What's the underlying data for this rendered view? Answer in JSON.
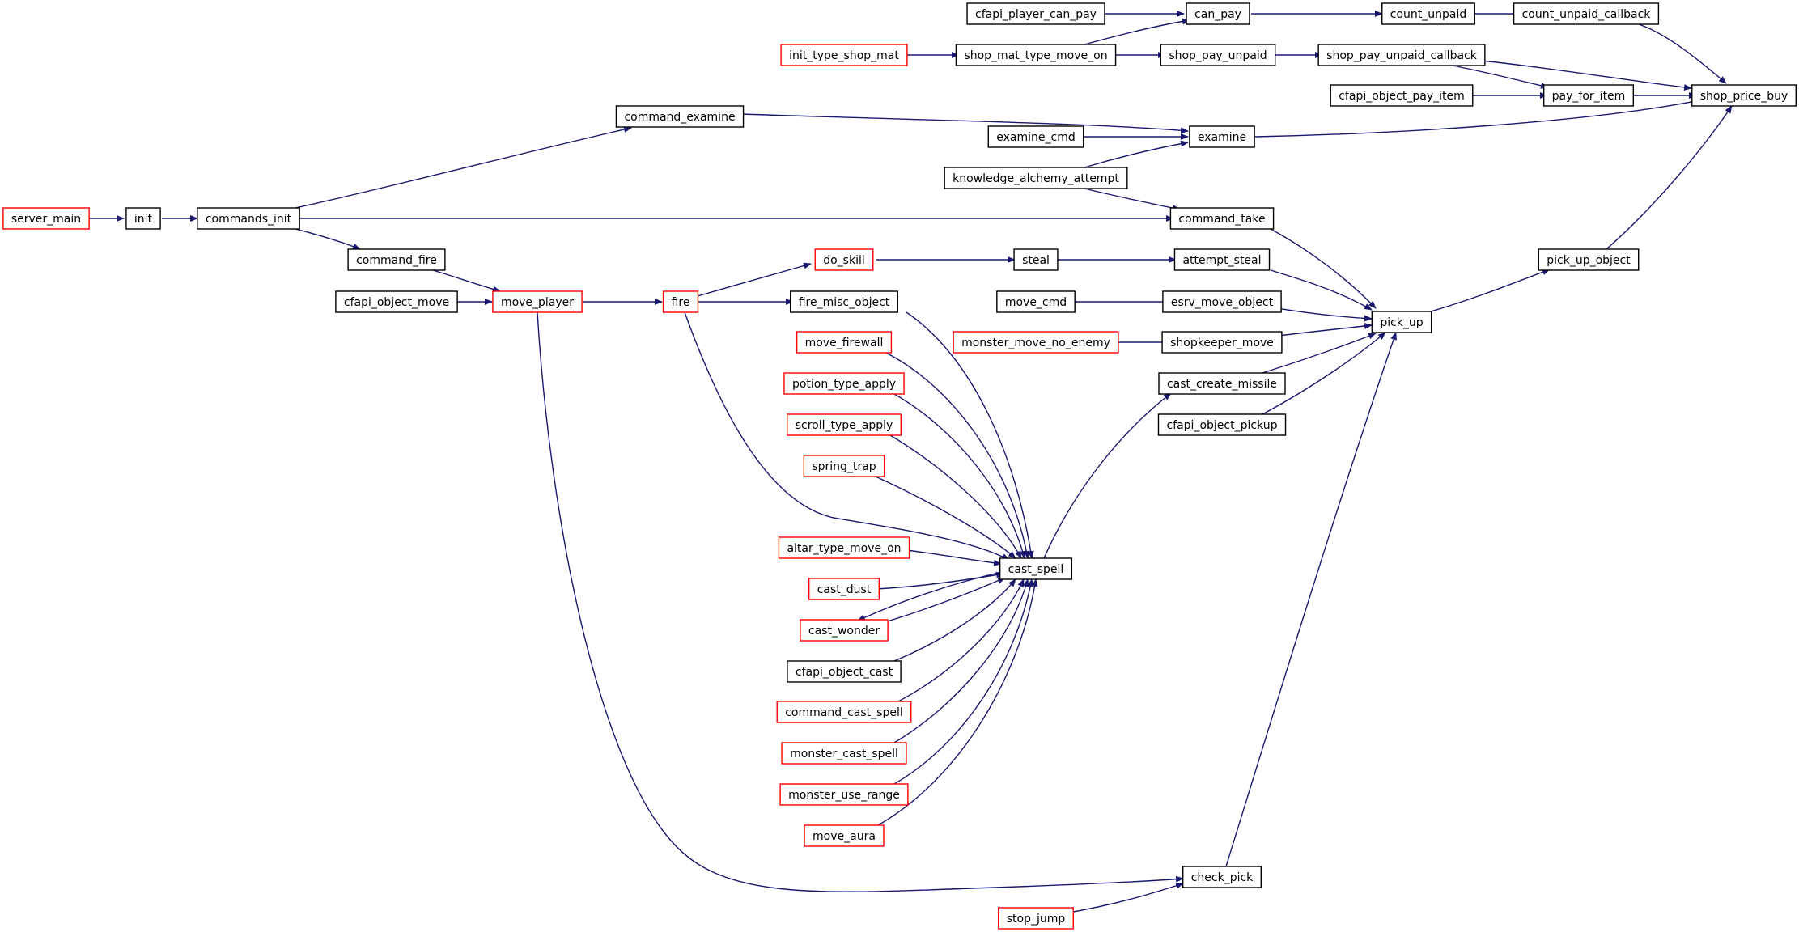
{
  "colors": {
    "edge": "#191970",
    "border_normal": "#000000",
    "border_truncated": "#ff0000",
    "highlight_fill": "#bfbfbf",
    "text": "#000000"
  },
  "nodes": [
    {
      "id": "shop_price_buy",
      "label": "shop_price_buy",
      "style": "highlight"
    },
    {
      "id": "count_unpaid_callback",
      "label": "count_unpaid_callback",
      "style": "normal"
    },
    {
      "id": "count_unpaid",
      "label": "count_unpaid",
      "style": "normal"
    },
    {
      "id": "can_pay",
      "label": "can_pay",
      "style": "normal"
    },
    {
      "id": "cfapi_player_can_pay",
      "label": "cfapi_player_can_pay",
      "style": "normal"
    },
    {
      "id": "shop_mat_type_move_on",
      "label": "shop_mat_type_move_on",
      "style": "normal"
    },
    {
      "id": "init_type_shop_mat",
      "label": "init_type_shop_mat",
      "style": "truncated"
    },
    {
      "id": "shop_pay_unpaid",
      "label": "shop_pay_unpaid",
      "style": "normal"
    },
    {
      "id": "shop_pay_unpaid_callback",
      "label": "shop_pay_unpaid_callback",
      "style": "normal"
    },
    {
      "id": "pay_for_item",
      "label": "pay_for_item",
      "style": "normal"
    },
    {
      "id": "cfapi_object_pay_item",
      "label": "cfapi_object_pay_item",
      "style": "normal"
    },
    {
      "id": "examine",
      "label": "examine",
      "style": "normal"
    },
    {
      "id": "command_examine",
      "label": "command_examine",
      "style": "normal"
    },
    {
      "id": "examine_cmd",
      "label": "examine_cmd",
      "style": "normal"
    },
    {
      "id": "knowledge_alchemy_attempt",
      "label": "knowledge_alchemy_attempt",
      "style": "normal"
    },
    {
      "id": "commands_init",
      "label": "commands_init",
      "style": "normal"
    },
    {
      "id": "init",
      "label": "init",
      "style": "normal"
    },
    {
      "id": "server_main",
      "label": "server_main",
      "style": "truncated"
    },
    {
      "id": "command_take",
      "label": "command_take",
      "style": "normal"
    },
    {
      "id": "pick_up_object",
      "label": "pick_up_object",
      "style": "normal"
    },
    {
      "id": "pick_up",
      "label": "pick_up",
      "style": "normal"
    },
    {
      "id": "command_fire",
      "label": "command_fire",
      "style": "normal"
    },
    {
      "id": "do_skill",
      "label": "do_skill",
      "style": "truncated"
    },
    {
      "id": "steal",
      "label": "steal",
      "style": "normal"
    },
    {
      "id": "attempt_steal",
      "label": "attempt_steal",
      "style": "normal"
    },
    {
      "id": "cfapi_object_move",
      "label": "cfapi_object_move",
      "style": "normal"
    },
    {
      "id": "move_player",
      "label": "move_player",
      "style": "truncated"
    },
    {
      "id": "fire",
      "label": "fire",
      "style": "truncated"
    },
    {
      "id": "fire_misc_object",
      "label": "fire_misc_object",
      "style": "normal"
    },
    {
      "id": "move_cmd",
      "label": "move_cmd",
      "style": "normal"
    },
    {
      "id": "esrv_move_object",
      "label": "esrv_move_object",
      "style": "normal"
    },
    {
      "id": "monster_move_no_enemy",
      "label": "monster_move_no_enemy",
      "style": "truncated"
    },
    {
      "id": "shopkeeper_move",
      "label": "shopkeeper_move",
      "style": "normal"
    },
    {
      "id": "move_firewall",
      "label": "move_firewall",
      "style": "truncated"
    },
    {
      "id": "cast_create_missile",
      "label": "cast_create_missile",
      "style": "normal"
    },
    {
      "id": "potion_type_apply",
      "label": "potion_type_apply",
      "style": "truncated"
    },
    {
      "id": "cfapi_object_pickup",
      "label": "cfapi_object_pickup",
      "style": "normal"
    },
    {
      "id": "scroll_type_apply",
      "label": "scroll_type_apply",
      "style": "truncated"
    },
    {
      "id": "spring_trap",
      "label": "spring_trap",
      "style": "truncated"
    },
    {
      "id": "altar_type_move_on",
      "label": "altar_type_move_on",
      "style": "truncated"
    },
    {
      "id": "cast_spell",
      "label": "cast_spell",
      "style": "normal"
    },
    {
      "id": "cast_dust",
      "label": "cast_dust",
      "style": "truncated"
    },
    {
      "id": "cast_wonder",
      "label": "cast_wonder",
      "style": "truncated"
    },
    {
      "id": "cfapi_object_cast",
      "label": "cfapi_object_cast",
      "style": "normal"
    },
    {
      "id": "command_cast_spell",
      "label": "command_cast_spell",
      "style": "truncated"
    },
    {
      "id": "monster_cast_spell",
      "label": "monster_cast_spell",
      "style": "truncated"
    },
    {
      "id": "monster_use_range",
      "label": "monster_use_range",
      "style": "truncated"
    },
    {
      "id": "move_aura",
      "label": "move_aura",
      "style": "truncated"
    },
    {
      "id": "check_pick",
      "label": "check_pick",
      "style": "normal"
    },
    {
      "id": "stop_jump",
      "label": "stop_jump",
      "style": "truncated"
    }
  ],
  "edges": [
    {
      "from": "count_unpaid_callback",
      "to": "shop_price_buy"
    },
    {
      "from": "count_unpaid",
      "to": "count_unpaid_callback"
    },
    {
      "from": "can_pay",
      "to": "count_unpaid"
    },
    {
      "from": "cfapi_player_can_pay",
      "to": "can_pay"
    },
    {
      "from": "shop_mat_type_move_on",
      "to": "can_pay"
    },
    {
      "from": "init_type_shop_mat",
      "to": "shop_mat_type_move_on"
    },
    {
      "from": "shop_mat_type_move_on",
      "to": "shop_pay_unpaid"
    },
    {
      "from": "shop_pay_unpaid",
      "to": "shop_pay_unpaid_callback"
    },
    {
      "from": "shop_pay_unpaid_callback",
      "to": "shop_price_buy"
    },
    {
      "from": "shop_pay_unpaid_callback",
      "to": "pay_for_item"
    },
    {
      "from": "cfapi_object_pay_item",
      "to": "pay_for_item"
    },
    {
      "from": "pay_for_item",
      "to": "shop_price_buy"
    },
    {
      "from": "examine",
      "to": "shop_price_buy"
    },
    {
      "from": "command_examine",
      "to": "examine"
    },
    {
      "from": "examine_cmd",
      "to": "examine"
    },
    {
      "from": "knowledge_alchemy_attempt",
      "to": "examine"
    },
    {
      "from": "commands_init",
      "to": "command_examine"
    },
    {
      "from": "init",
      "to": "commands_init"
    },
    {
      "from": "server_main",
      "to": "init"
    },
    {
      "from": "commands_init",
      "to": "command_take"
    },
    {
      "from": "knowledge_alchemy_attempt",
      "to": "command_take"
    },
    {
      "from": "commands_init",
      "to": "command_fire"
    },
    {
      "from": "pick_up_object",
      "to": "shop_price_buy"
    },
    {
      "from": "pick_up",
      "to": "pick_up_object"
    },
    {
      "from": "command_take",
      "to": "pick_up"
    },
    {
      "from": "attempt_steal",
      "to": "pick_up"
    },
    {
      "from": "esrv_move_object",
      "to": "pick_up"
    },
    {
      "from": "shopkeeper_move",
      "to": "pick_up"
    },
    {
      "from": "cast_create_missile",
      "to": "pick_up"
    },
    {
      "from": "cfapi_object_pickup",
      "to": "pick_up"
    },
    {
      "from": "check_pick",
      "to": "pick_up"
    },
    {
      "from": "steal",
      "to": "attempt_steal"
    },
    {
      "from": "do_skill",
      "to": "steal"
    },
    {
      "from": "fire",
      "to": "do_skill"
    },
    {
      "from": "move_player",
      "to": "fire"
    },
    {
      "from": "fire",
      "to": "fire_misc_object"
    },
    {
      "from": "command_fire",
      "to": "move_player"
    },
    {
      "from": "cfapi_object_move",
      "to": "move_player"
    },
    {
      "from": "move_cmd",
      "to": "esrv_move_object"
    },
    {
      "from": "monster_move_no_enemy",
      "to": "shopkeeper_move"
    },
    {
      "from": "cast_spell",
      "to": "cast_create_missile"
    },
    {
      "from": "fire_misc_object",
      "to": "cast_spell"
    },
    {
      "from": "move_firewall",
      "to": "cast_spell"
    },
    {
      "from": "potion_type_apply",
      "to": "cast_spell"
    },
    {
      "from": "scroll_type_apply",
      "to": "cast_spell"
    },
    {
      "from": "spring_trap",
      "to": "cast_spell"
    },
    {
      "from": "fire",
      "to": "cast_spell"
    },
    {
      "from": "altar_type_move_on",
      "to": "cast_spell"
    },
    {
      "from": "cast_dust",
      "to": "cast_spell"
    },
    {
      "from": "cast_wonder",
      "to": "cast_spell"
    },
    {
      "from": "cast_spell",
      "to": "cast_wonder"
    },
    {
      "from": "cfapi_object_cast",
      "to": "cast_spell"
    },
    {
      "from": "command_cast_spell",
      "to": "cast_spell"
    },
    {
      "from": "monster_cast_spell",
      "to": "cast_spell"
    },
    {
      "from": "monster_use_range",
      "to": "cast_spell"
    },
    {
      "from": "move_aura",
      "to": "cast_spell"
    },
    {
      "from": "move_player",
      "to": "check_pick"
    },
    {
      "from": "stop_jump",
      "to": "check_pick"
    }
  ]
}
